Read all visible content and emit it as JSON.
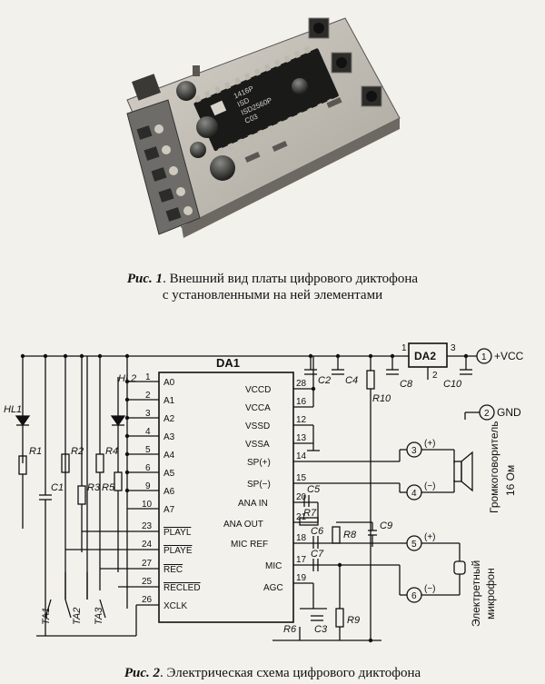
{
  "figure1": {
    "label": "Рис. 1",
    "caption_line1": ". Внешний вид платы цифрового диктофона",
    "caption_line2": "с установленными на ней элементами",
    "chip_text": [
      "1416P",
      "ISD",
      "ISD2560P",
      "C03"
    ]
  },
  "figure2": {
    "label": "Рис. 2",
    "caption": ". Электрическая схема цифрового диктофона",
    "ic_main": "DA1",
    "ic_reg": "DA2",
    "left_pins": [
      {
        "num": "1",
        "name": "A0"
      },
      {
        "num": "2",
        "name": "A1"
      },
      {
        "num": "3",
        "name": "A2"
      },
      {
        "num": "4",
        "name": "A3"
      },
      {
        "num": "5",
        "name": "A4"
      },
      {
        "num": "6",
        "name": "A5"
      },
      {
        "num": "9",
        "name": "A6"
      },
      {
        "num": "10",
        "name": "A7"
      },
      {
        "num": "23",
        "name": "PLAYL"
      },
      {
        "num": "24",
        "name": "PLAYE"
      },
      {
        "num": "27",
        "name": "REC"
      },
      {
        "num": "25",
        "name": "RECLED"
      },
      {
        "num": "26",
        "name": "XCLK"
      }
    ],
    "right_pins": [
      {
        "num": "28",
        "name": "VCCD"
      },
      {
        "num": "16",
        "name": "VCCA"
      },
      {
        "num": "12",
        "name": "VSSD"
      },
      {
        "num": "13",
        "name": "VSSA"
      },
      {
        "num": "14",
        "name": "SP(+)"
      },
      {
        "num": "15",
        "name": "SP(−)"
      },
      {
        "num": "20",
        "name": "ANA IN"
      },
      {
        "num": "21",
        "name": "ANA OUT"
      },
      {
        "num": "18",
        "name": "MIC REF"
      },
      {
        "num": "17",
        "name": "MIC"
      },
      {
        "num": "19",
        "name": "AGC"
      }
    ],
    "components": {
      "hl1": "HL1",
      "hl2": "HL2",
      "r1": "R1",
      "r2": "R2",
      "r3": "R3",
      "r4": "R4",
      "r5": "R5",
      "c1": "C1",
      "c2": "C2",
      "c4": "C4",
      "r10": "R10",
      "c8": "C8",
      "c10": "C10",
      "c5": "C5",
      "r7": "R7",
      "r8": "R8",
      "c3top": "C9",
      "c6": "C6",
      "c7": "C7",
      "r6": "R6",
      "c3": "C3",
      "r9": "R9",
      "ta1": "TA1",
      "ta2": "TA2",
      "ta3": "TA3"
    },
    "reg_pins": {
      "in": "1",
      "out": "3",
      "gnd": "2"
    },
    "terminals": {
      "t1": "1",
      "t1_label": "+VCC",
      "t2": "2",
      "t2_label": "GND",
      "t3": "3",
      "t3_label": "(+)",
      "t4": "4",
      "t4_label": "(−)",
      "t5": "5",
      "t5_label": "(+)",
      "t6": "6",
      "t6_label": "(−)"
    },
    "speaker_label_1": "Громкоговоритель",
    "speaker_label_2": "16 Ом",
    "mic_label_1": "Электретный",
    "mic_label_2": "микрофон"
  }
}
